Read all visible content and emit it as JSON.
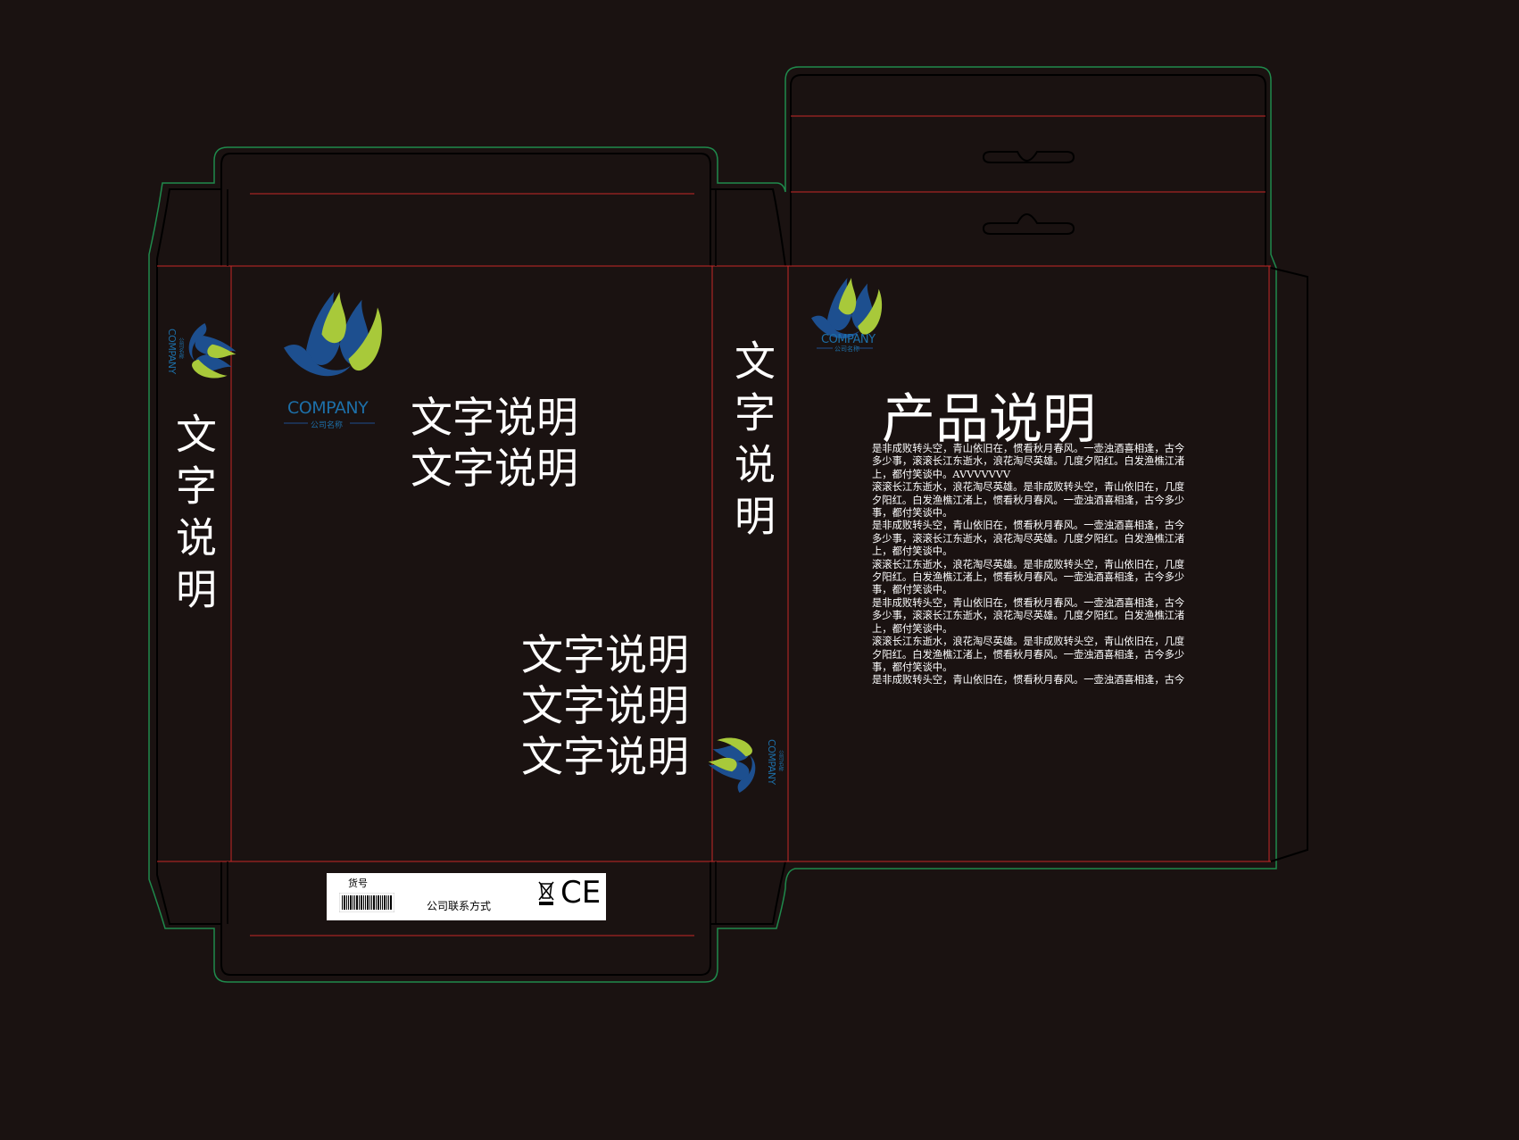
{
  "front_panel": {
    "text_block_1": "文字说明\n文字说明",
    "text_block_2": "文字说明\n文字说明\n文字说明"
  },
  "side_panels": {
    "left_vertical_text": "文字说明",
    "right_vertical_text": "文字说明"
  },
  "logo": {
    "wordmark": "COMPANY",
    "subtitle": "公司名称"
  },
  "back_panel": {
    "title": "产品说明",
    "description": [
      "是非成败转头空，青山依旧在，惯看秋月春风。一壶浊酒喜相逢，古今",
      "多少事，滚滚长江东逝水，浪花淘尽英雄。几度夕阳红。白发渔樵江渚",
      "上，都付笑谈中。AVVVVVVV",
      "滚滚长江东逝水，浪花淘尽英雄。是非成败转头空，青山依旧在，几度",
      "夕阳红。白发渔樵江渚上，惯看秋月春风。一壶浊酒喜相逢，古今多少",
      "事，都付笑谈中。",
      "是非成败转头空，青山依旧在，惯看秋月春风。一壶浊酒喜相逢，古今",
      "多少事，滚滚长江东逝水，浪花淘尽英雄。几度夕阳红。白发渔樵江渚",
      "上，都付笑谈中。",
      "滚滚长江东逝水，浪花淘尽英雄。是非成败转头空，青山依旧在，几度",
      "夕阳红。白发渔樵江渚上，惯看秋月春风。一壶浊酒喜相逢，古今多少",
      "事，都付笑谈中。",
      "是非成败转头空，青山依旧在，惯看秋月春风。一壶浊酒喜相逢，古今",
      "多少事，滚滚长江东逝水，浪花淘尽英雄。几度夕阳红。白发渔樵江渚",
      "上，都付笑谈中。",
      "滚滚长江东逝水，浪花淘尽英雄。是非成败转头空，青山依旧在，几度",
      "夕阳红。白发渔樵江渚上，惯看秋月春风。一壶浊酒喜相逢，古今多少",
      "事，都付笑谈中。",
      "是非成败转头空，青山依旧在，惯看秋月春风。一壶浊酒喜相逢，古今"
    ]
  },
  "label": {
    "item_no": "货号",
    "contact": "公司联系方式",
    "ce_mark": "CE"
  },
  "colors": {
    "background": "#1a1211",
    "cut_line": "#000000",
    "outer_line": "#1f8a4c",
    "fold_line": "#c62828",
    "logo_blue": "#1d4f8f",
    "logo_green": "#a8c93a",
    "text": "#ffffff"
  }
}
